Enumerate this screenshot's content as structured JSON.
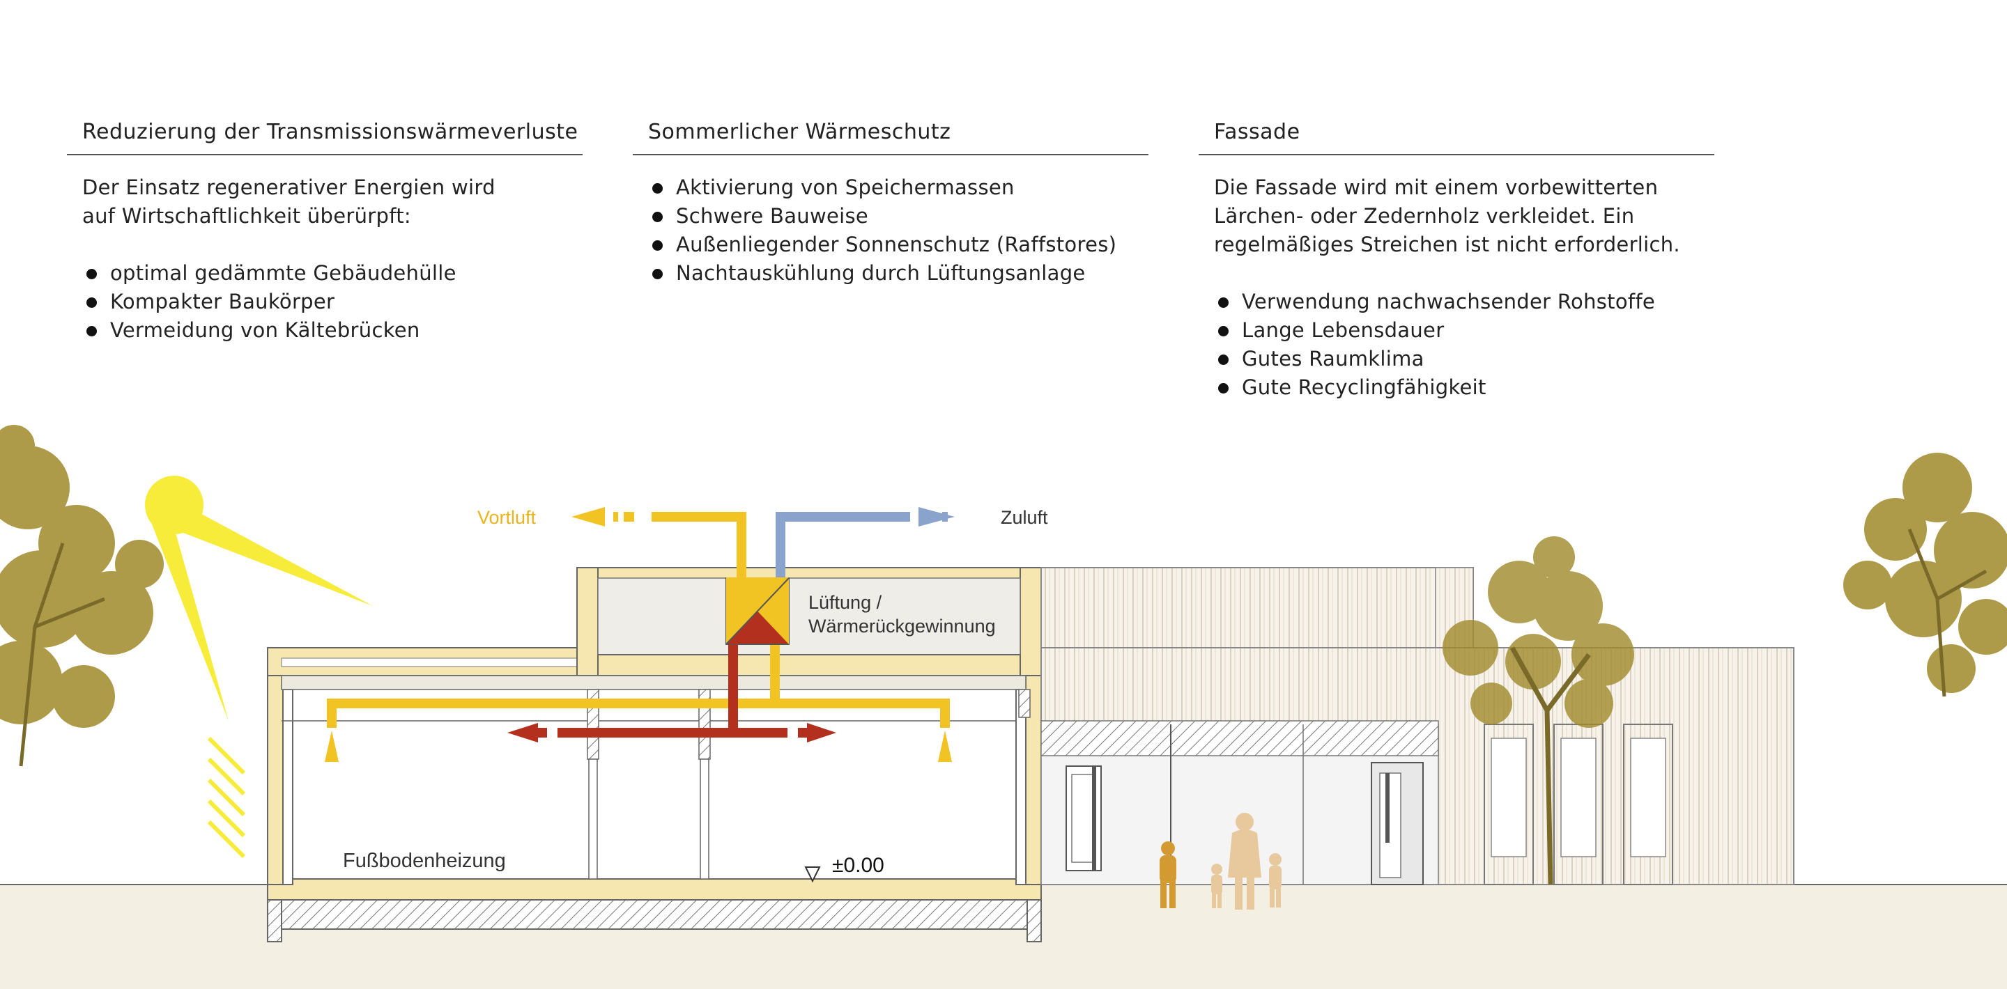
{
  "columns": [
    {
      "title": "Reduzierung der Transmissionswärmeverluste",
      "intro": [
        "Der Einsatz regenerativer Energien wird",
        "auf Wirtschaftlichkeit überürpft:"
      ],
      "bullets": [
        "optimal gedämmte Gebäudehülle",
        "Kompakter Baukörper",
        "Vermeidung von Kältebrücken"
      ]
    },
    {
      "title": "Sommerlicher Wärmeschutz",
      "intro": [],
      "bullets": [
        "Aktivierung von Speichermassen",
        "Schwere Bauweise",
        "Außenliegender Sonnenschutz (Raffstores)",
        "Nachtauskühlung durch Lüftungsanlage"
      ]
    },
    {
      "title": "Fassade",
      "intro": [
        "Die Fassade wird mit einem vorbewitterten",
        "Lärchen- oder Zedernholz verkleidet. Ein",
        "regelmäßiges Streichen ist nicht erforderlich."
      ],
      "bullets": [
        "Verwendung nachwachsender Rohstoffe",
        "Lange Lebensdauer",
        "Gutes Raumklima",
        "Gute Recyclingfähigkeit"
      ]
    }
  ],
  "diagram": {
    "label_vortluft": "Vortluft",
    "label_zuluft": "Zuluft",
    "label_lueftung_1": "Lüftung /",
    "label_lueftung_2": "Wärmerückgewinnung",
    "label_heating": "Fußbodenheizung",
    "label_level": "±0.00",
    "colors": {
      "exhaust_yellow": "#f1c423",
      "supply_blue": "#8aa3cc",
      "heat_red": "#b3301f",
      "sun_yellow": "#f8ec3a",
      "insulation": "#f6e7b0",
      "ground": "#f3efe3",
      "tree": "#a08a2a"
    }
  }
}
